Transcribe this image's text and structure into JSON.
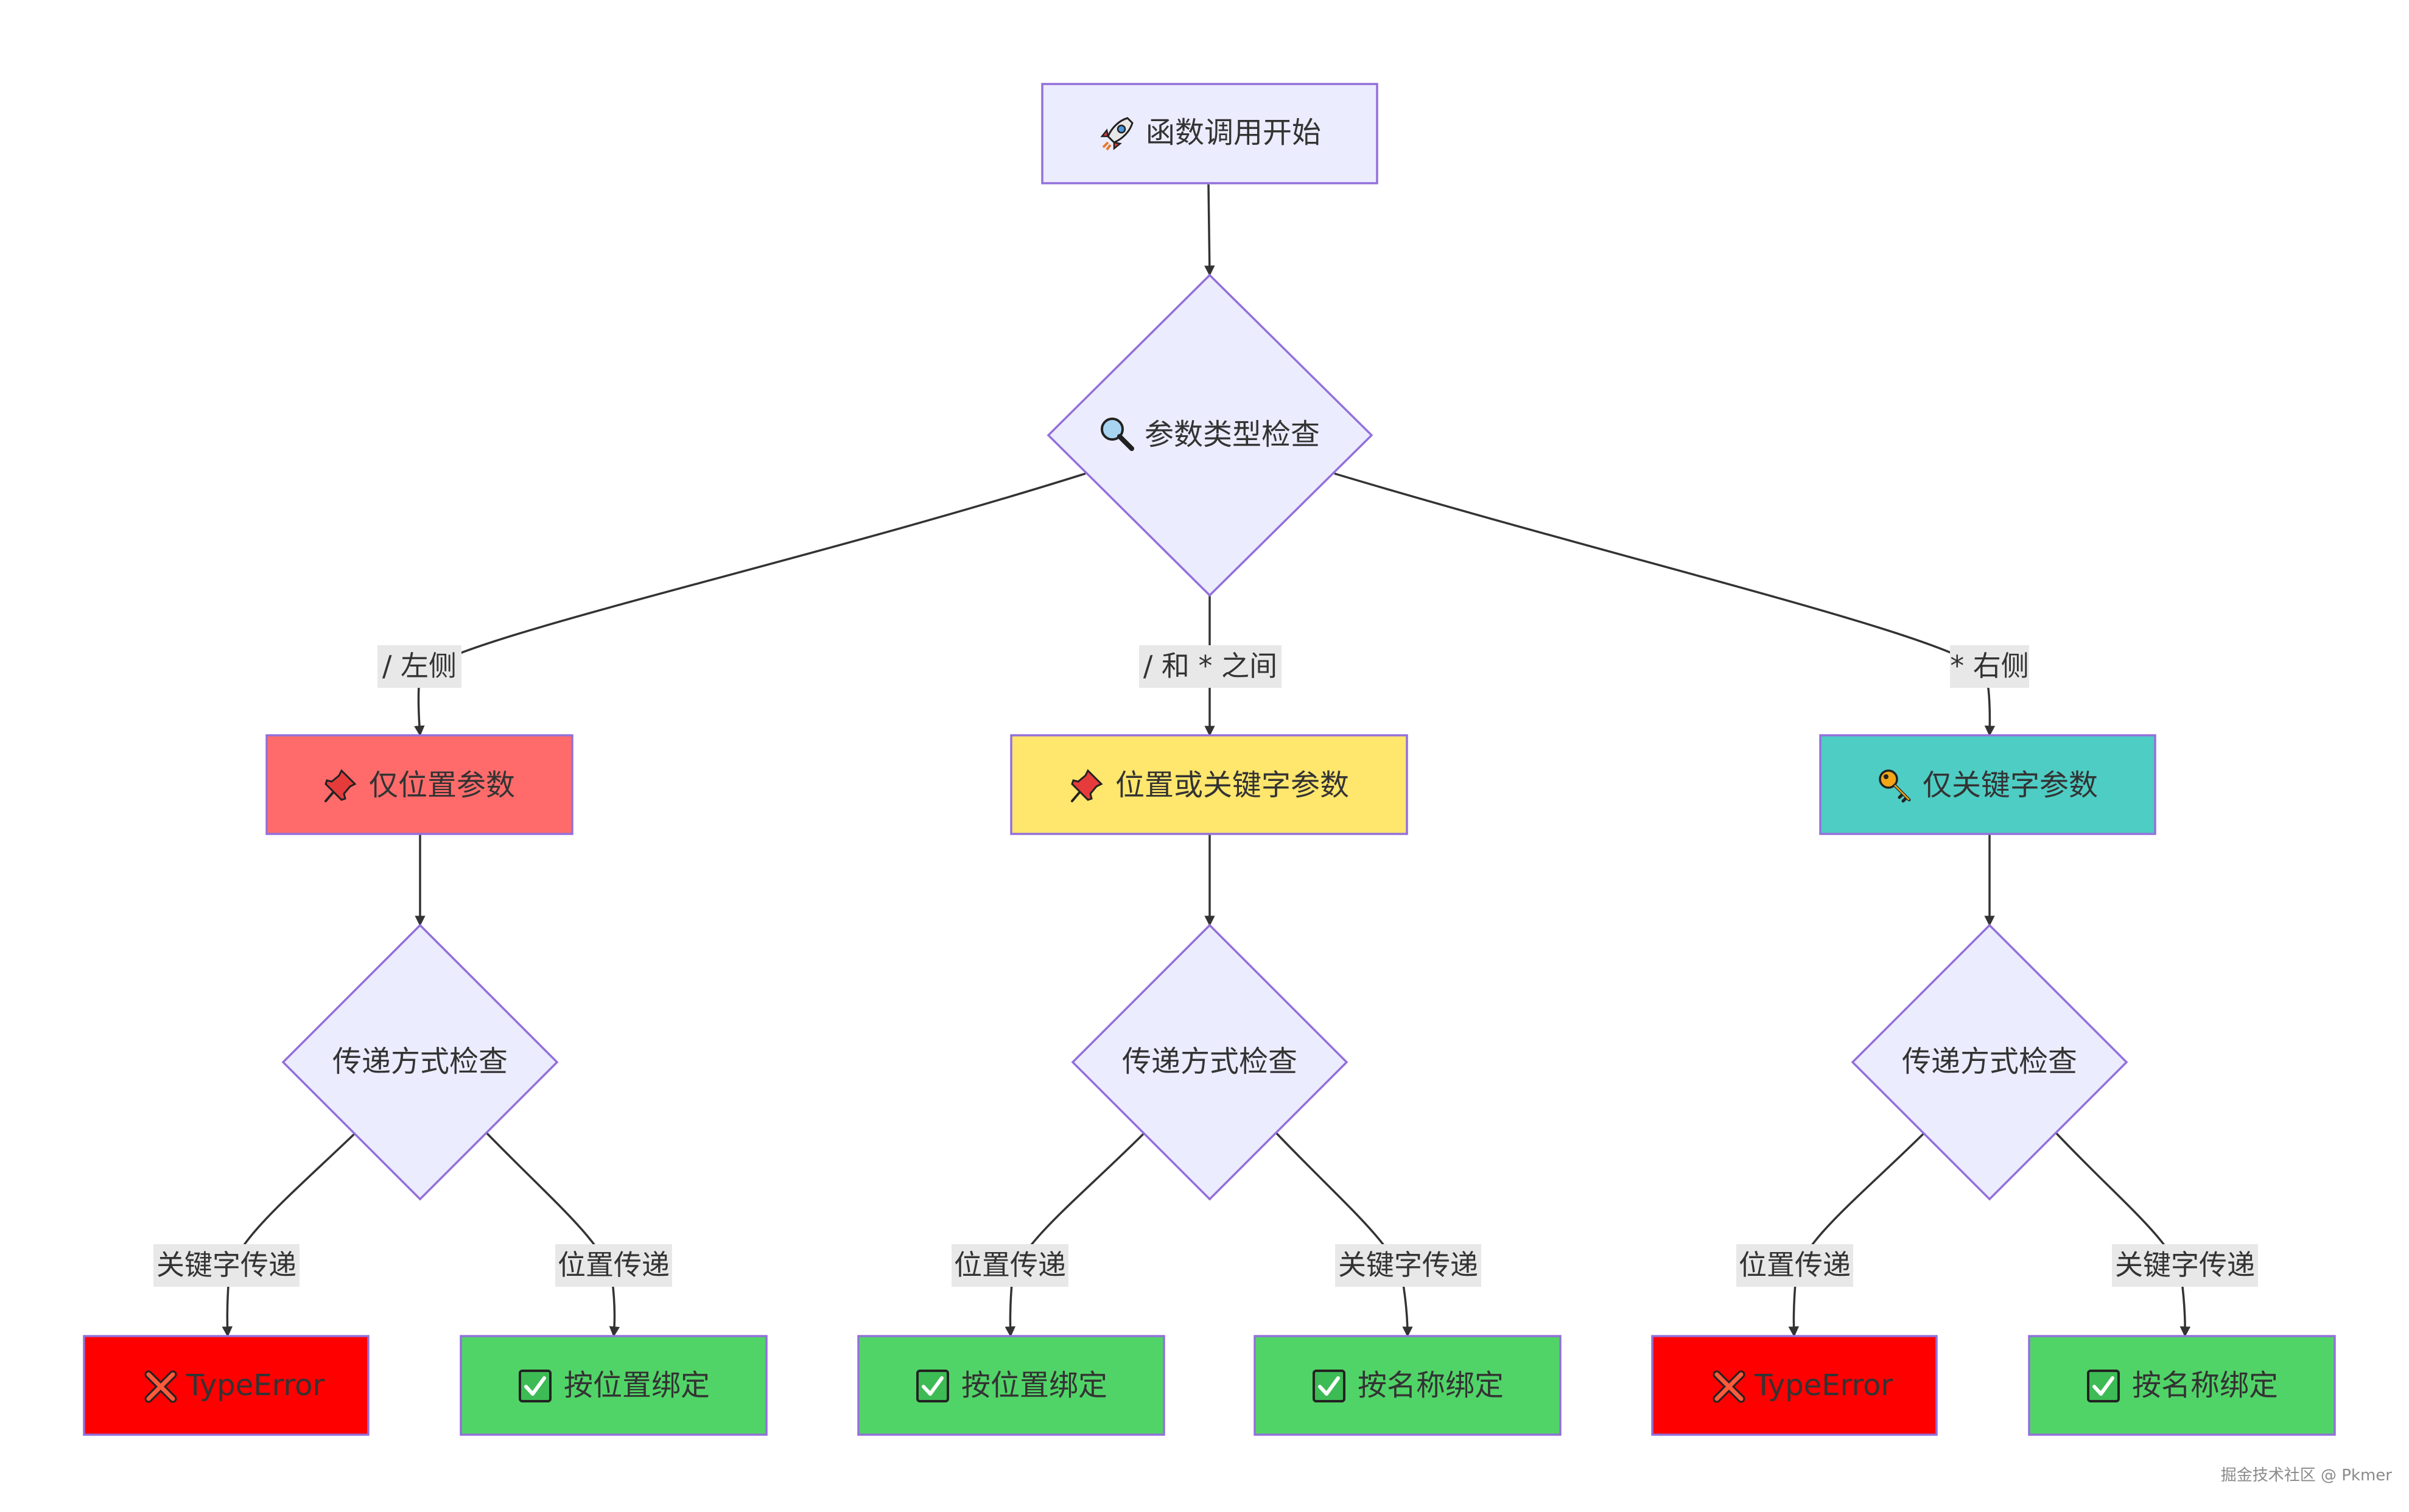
{
  "colors": {
    "node_default_fill": "#ECECFF",
    "node_border": "#9370DB",
    "edge": "#333333",
    "edge_label_bg": "#E8E8E8",
    "positional_only": "#FF6B6B",
    "positional_or_keyword": "#FFE66D",
    "keyword_only": "#4ECDC4",
    "error": "#FF0000",
    "success": "#51D467",
    "text": "#333333"
  },
  "nodes": {
    "start": {
      "icon": "rocket-icon",
      "label": "函数调用开始"
    },
    "check_type": {
      "icon": "magnifier-icon",
      "label": "参数类型检查"
    },
    "pos_only": {
      "icon": "pushpin-icon",
      "label": "仅位置参数"
    },
    "pos_or_kw": {
      "icon": "pushpin-icon",
      "label": "位置或关键字参数"
    },
    "kw_only": {
      "icon": "key-icon",
      "label": "仅关键字参数"
    },
    "check_left": {
      "label": "传递方式检查"
    },
    "check_mid": {
      "label": "传递方式检查"
    },
    "check_right": {
      "label": "传递方式检查"
    },
    "res_1": {
      "icon": "cross-icon",
      "label": "TypeError"
    },
    "res_2": {
      "icon": "checkbox-icon",
      "label": "按位置绑定"
    },
    "res_3": {
      "icon": "checkbox-icon",
      "label": "按位置绑定"
    },
    "res_4": {
      "icon": "checkbox-icon",
      "label": "按名称绑定"
    },
    "res_5": {
      "icon": "cross-icon",
      "label": "TypeError"
    },
    "res_6": {
      "icon": "checkbox-icon",
      "label": "按名称绑定"
    }
  },
  "edge_labels": {
    "left_of_slash": "/ 左侧",
    "between": "/ 和 * 之间",
    "right_of_star": "* 右侧",
    "l1": "关键字传递",
    "l2": "位置传递",
    "m1": "位置传递",
    "m2": "关键字传递",
    "r1": "位置传递",
    "r2": "关键字传递"
  },
  "watermark": "掘金技术社区 @ Pkmer"
}
